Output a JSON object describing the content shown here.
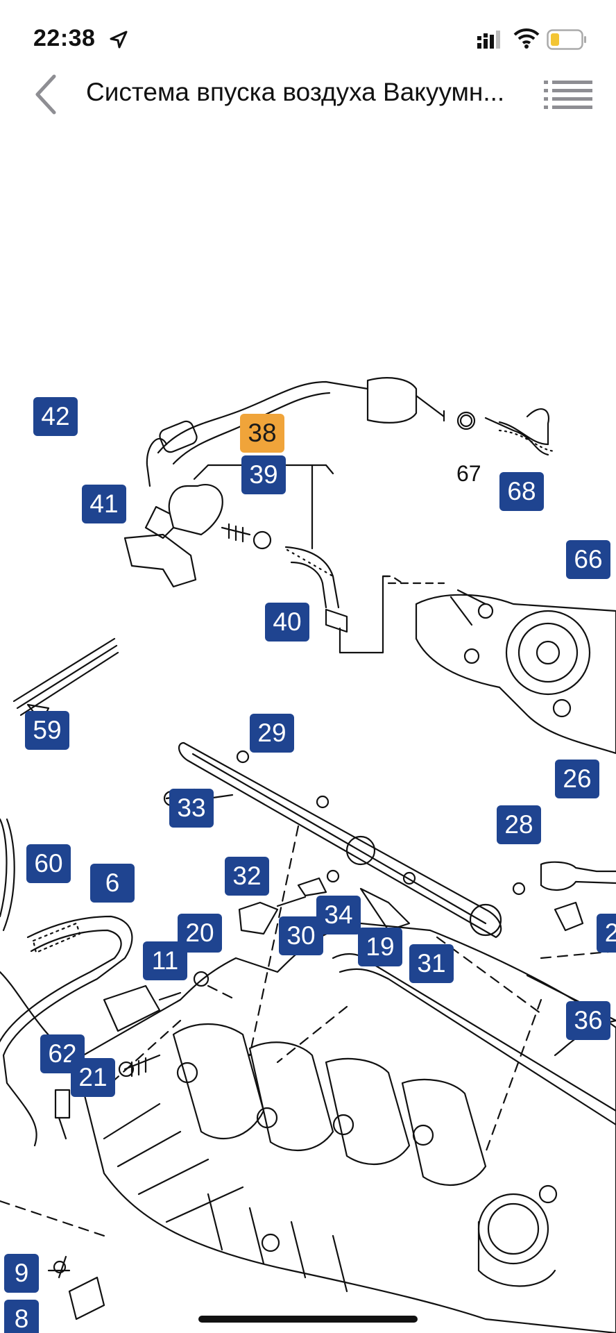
{
  "status_bar": {
    "time": "22:38",
    "icons": [
      "location-arrow-icon",
      "cellular-signal-icon",
      "wifi-icon",
      "battery-low-icon"
    ],
    "battery_color": "#f3c534"
  },
  "nav": {
    "title": "Система впуска воздуха Вакуумн...",
    "back_icon": "chevron-left-icon",
    "list_icon": "list-icon"
  },
  "colors": {
    "callout": "#1f4490",
    "callout_selected": "#f0a43a",
    "nav_icon": "#8e8e93"
  },
  "callouts": {
    "c42": "42",
    "c38": "38",
    "c39": "39",
    "c41": "41",
    "c67": "67",
    "c68": "68",
    "c40": "40",
    "c66": "66",
    "c59": "59",
    "c29": "29",
    "c26": "26",
    "c33": "33",
    "c28": "28",
    "c60": "60",
    "c6": "6",
    "c32": "32",
    "c34": "34",
    "c20": "20",
    "c30": "30",
    "c19": "19",
    "c31": "31",
    "c11": "11",
    "c36": "36",
    "c62": "62",
    "c21": "21",
    "c9": "9",
    "c8": "8",
    "c2x": "2"
  },
  "selected_callout": "38"
}
